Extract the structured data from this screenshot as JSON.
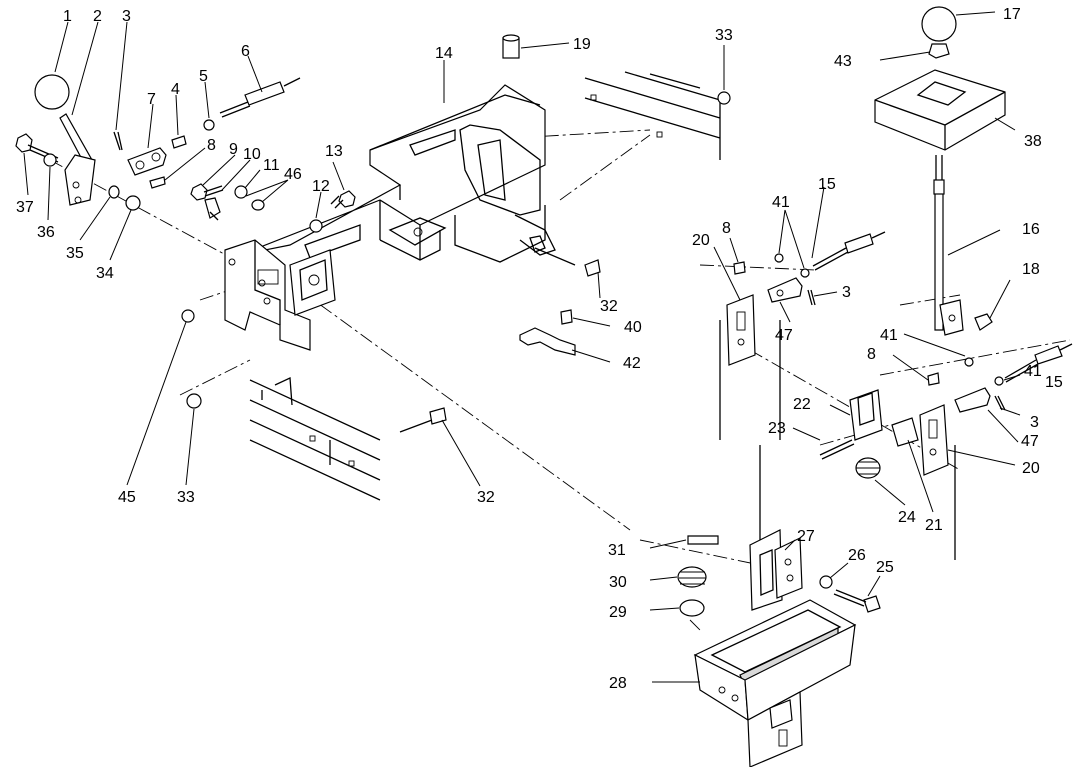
{
  "callouts": {
    "c1": "1",
    "c2": "2",
    "c3a": "3",
    "c3b": "3",
    "c3c": "3",
    "c4": "4",
    "c5": "5",
    "c6": "6",
    "c7": "7",
    "c8a": "8",
    "c8b": "8",
    "c8c": "8",
    "c9": "9",
    "c10": "10",
    "c11": "11",
    "c12": "12",
    "c13": "13",
    "c14": "14",
    "c15a": "15",
    "c15b": "15",
    "c16": "16",
    "c17": "17",
    "c18": "18",
    "c19": "19",
    "c20a": "20",
    "c20b": "20",
    "c21": "21",
    "c22": "22",
    "c23": "23",
    "c24": "24",
    "c25": "25",
    "c26": "26",
    "c27": "27",
    "c28": "28",
    "c29": "29",
    "c30": "30",
    "c31": "31",
    "c32a": "32",
    "c32b": "32",
    "c33a": "33",
    "c33b": "33",
    "c34": "34",
    "c35": "35",
    "c36": "36",
    "c37": "37",
    "c38": "38",
    "c40": "40",
    "c41a": "41",
    "c41b": "41",
    "c41c": "41",
    "c42": "42",
    "c43": "43",
    "c45": "45",
    "c46": "46",
    "c47a": "47",
    "c47b": "47"
  }
}
